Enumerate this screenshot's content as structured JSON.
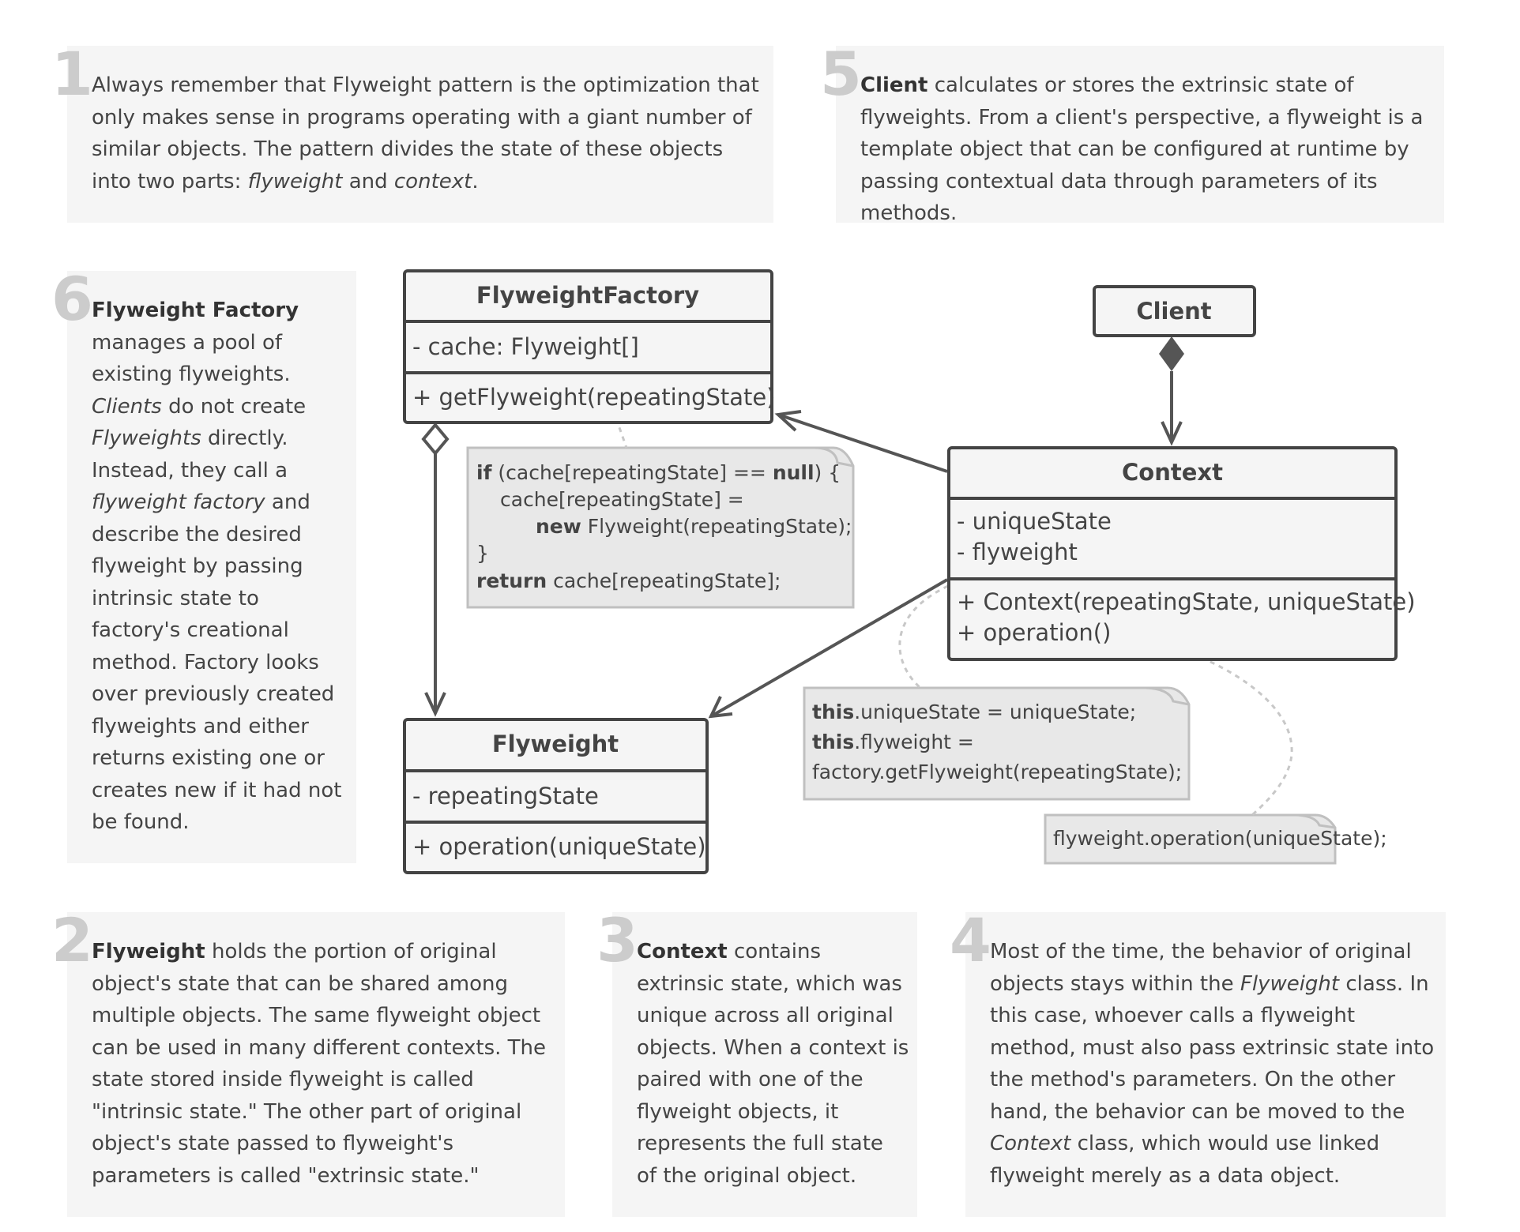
{
  "panels": [
    {
      "id": "1",
      "number": "1",
      "parts": [
        {
          "t": "Always remember that Flyweight pattern is the optimization that only makes sense in programs operating with a giant number of similar objects. The pattern divides the state of these objects into two parts: "
        },
        {
          "t": "flyweight",
          "s": "i"
        },
        {
          "t": " and "
        },
        {
          "t": "context",
          "s": "i"
        },
        {
          "t": "."
        }
      ]
    },
    {
      "id": "5",
      "number": "5",
      "parts": [
        {
          "t": "Client",
          "s": "b"
        },
        {
          "t": " calculates or stores the extrinsic state of flyweights. From a client's perspective, a flyweight is a template object that can be configured at runtime by passing contextual data through parameters of its methods."
        }
      ]
    },
    {
      "id": "6",
      "number": "6",
      "parts": [
        {
          "t": "Flyweight Factory",
          "s": "b"
        },
        {
          "t": " manages a pool of existing flyweights. "
        },
        {
          "t": "Clients",
          "s": "i"
        },
        {
          "t": " do not create "
        },
        {
          "t": "Flyweights",
          "s": "i"
        },
        {
          "t": " directly. Instead, they call a "
        },
        {
          "t": "flyweight factory",
          "s": "i"
        },
        {
          "t": " and describe the desired flyweight by passing intrinsic state to factory's creational method. Factory looks over previously created flyweights and either returns existing one or creates new if it had not be found."
        }
      ]
    },
    {
      "id": "2",
      "number": "2",
      "parts": [
        {
          "t": "Flyweight",
          "s": "b"
        },
        {
          "t": " holds the portion of original object's state that can be shared among multiple objects. The same flyweight object can be used in many different contexts. The state stored inside flyweight is called \"intrinsic state.\" The other part of original object's state passed to flyweight's parameters is called \"extrinsic state.\""
        }
      ]
    },
    {
      "id": "3",
      "number": "3",
      "parts": [
        {
          "t": "Context",
          "s": "b"
        },
        {
          "t": " contains extrinsic state, which was unique across all original objects. When a context is paired with one of the flyweight objects, it represents the full state of the original object."
        }
      ]
    },
    {
      "id": "4",
      "number": "4",
      "parts": [
        {
          "t": "Most of the time, the behavior of original objects stays within the "
        },
        {
          "t": "Flyweight",
          "s": "i"
        },
        {
          "t": " class. In this case, whoever calls a flyweight method, must also pass extrinsic state into the method's parameters. On the other hand, the behavior can be moved to the "
        },
        {
          "t": "Context",
          "s": "i"
        },
        {
          "t": " class, which would use linked flyweight merely as a data object."
        }
      ]
    }
  ],
  "classes": {
    "factory": {
      "name": "FlyweightFactory",
      "fields": [
        "- cache: Flyweight[]"
      ],
      "methods": [
        "+ getFlyweight(repeatingState)"
      ]
    },
    "client": {
      "name": "Client"
    },
    "context": {
      "name": "Context",
      "fields": [
        "- uniqueState",
        "- flyweight"
      ],
      "methods": [
        "+ Context(repeatingState, uniqueState)",
        "+ operation()"
      ]
    },
    "flyweight": {
      "name": "Flyweight",
      "fields": [
        "- repeatingState"
      ],
      "methods": [
        "+ operation(uniqueState)"
      ]
    }
  },
  "notes": {
    "factory_note": {
      "line1_kw1": "if",
      "line1_a": " (cache[repeatingState] == ",
      "line1_kw2": "null",
      "line1_b": ") {",
      "line2": "cache[repeatingState] =",
      "line3_kw": "new",
      "line3_rest": " Flyweight(repeatingState);",
      "line4": "}",
      "line5_kw": "return",
      "line5_rest": " cache[repeatingState];"
    },
    "constructor_note": {
      "line1_kw": "this",
      "line1_rest": ".uniqueState = uniqueState;",
      "line2_kw": "this",
      "line2_rest": ".flyweight =",
      "line3": "factory.getFlyweight(repeatingState);"
    },
    "operation_note": {
      "line1": "flyweight.operation(uniqueState);"
    }
  }
}
